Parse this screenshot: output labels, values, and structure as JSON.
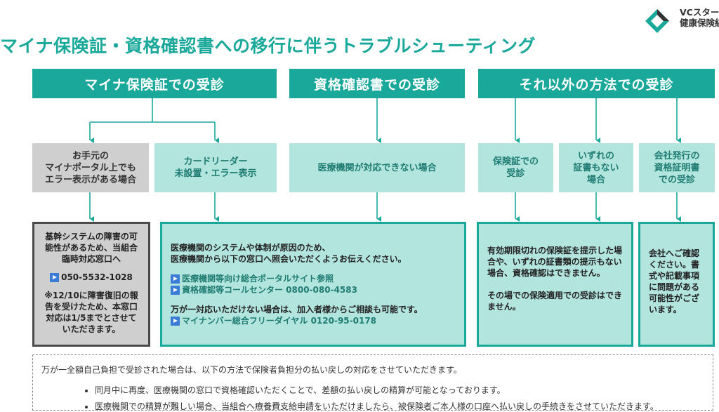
{
  "brand": {
    "line1": "VCスター",
    "line2": "健康保険組"
  },
  "title": "マイナ保険証・資格確認書への移行に伴うトラブルシューティング",
  "categories": [
    "マイナ保険証での受診",
    "資格確認書での受診",
    "それ以外の方法での受診"
  ],
  "cases": {
    "portal_error": "お手元の\nマイナポータル上でも\nエラー表示がある場合",
    "card_reader": "カードリーダー\n未設置・エラー表示",
    "facility_unable": "医療機関が対応できない場合",
    "insurance_card": "保険証での\n受診",
    "no_certificate": "いずれの\n証書もない\n場合",
    "company_cert": "会社発行の\n資格証明書\nでの受診"
  },
  "results": {
    "system": {
      "text1": "基幹システムの障害の可能性があるため、当組合臨時対応窓口へ",
      "phone": "050-5532-1028",
      "note": "※12/10に障害復旧の報告を受けたため、本窓口対応は1/5までとさせていただきます。"
    },
    "facility": {
      "text1": "医療機関のシステムや体制が原因のため、",
      "text2": "医療機関から以下の窓口へ照会いただくようお伝えください。",
      "link1": "医療機関等向け総合ポータルサイト参照",
      "link2": "資格確認等コールセンター 0800-080-4583",
      "text3": "万が一対応いただけない場合は、加入者様からご相談も可能です。",
      "link3": "マイナンバー総合フリーダイヤル 0120-95-0178"
    },
    "expired": {
      "text1": "有効期限切れの保険証を提示した場合や、いずれの証書類の提示もない場合、資格確認はできません。",
      "text2": "その場での保険適用での受診はできません。"
    },
    "company": {
      "text1": "会社へご確認ください。書式や記載事項に問題がある可能性がございます。"
    }
  },
  "notes": {
    "intro": "万が一全額自己負担で受診された場合は、以下の方法で保険者負担分の払い戻しの対応をさせていただきます。",
    "items": [
      "同月中に再度、医療機関の窓口で資格確認いただくことで、差額の払い戻しの精算が可能となっております。",
      "医療機関での精算が難しい場合、当組合へ療養費支給申請をいただけましたら、被保険者ご本人様の口座へ払い戻しの手続きをさせていただきます。"
    ]
  },
  "colors": {
    "teal": "#1aa89a",
    "mint": "#b3e5df",
    "gray": "#cfcfcf",
    "border_dark": "#4a4a4a"
  }
}
